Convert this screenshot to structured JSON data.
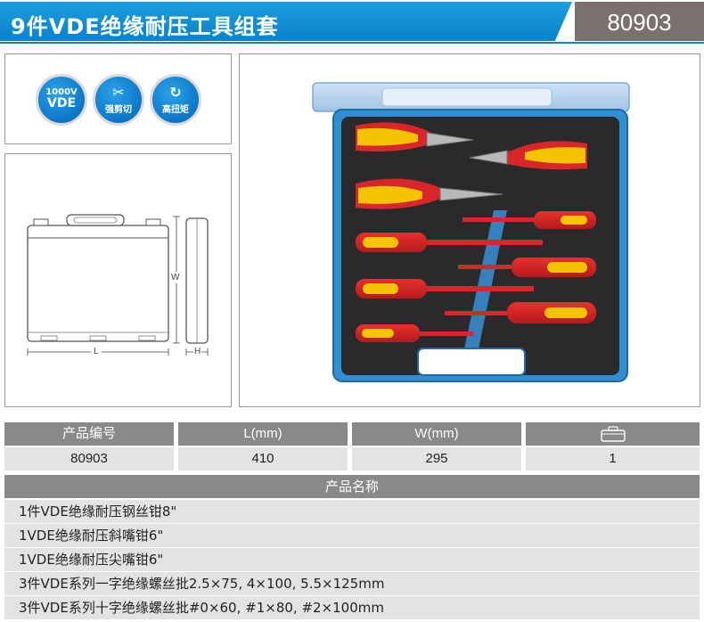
{
  "header": {
    "title": "9件VDE绝缘耐压工具组套",
    "code": "80903",
    "title_color": "#0a82c9",
    "code_color": "#7a716f"
  },
  "badges": [
    {
      "top": "1000V",
      "main": "VDE",
      "icon": "lightning-icon"
    },
    {
      "label": "强剪切",
      "icon": "cutting-icon"
    },
    {
      "label": "高扭矩",
      "icon": "torque-icon"
    }
  ],
  "drawing": {
    "length_label": "L",
    "width_label": "W",
    "height_label": "H"
  },
  "spec_table": {
    "headers": [
      "产品编号",
      "L(mm)",
      "W(mm)",
      "case-icon"
    ],
    "values": [
      "80903",
      "410",
      "295",
      "1"
    ]
  },
  "names": {
    "header": "产品名称",
    "items": [
      "1件VDE绝缘耐压钢丝钳8\"",
      "1VDE绝缘耐压斜嘴钳6\"",
      "1VDE绝缘耐压尖嘴钳6\"",
      "3件VDE系列一字绝缘螺丝批2.5×75, 4×100,  5.5×125mm",
      "3件VDE系列十字绝缘螺丝批#0×60, #1×80, #2×100mm"
    ]
  },
  "colors": {
    "tool_red": "#d8262a",
    "tool_yellow": "#f5c400",
    "case_blue": "#2f8fd0",
    "foam": "#2a2a2c"
  }
}
